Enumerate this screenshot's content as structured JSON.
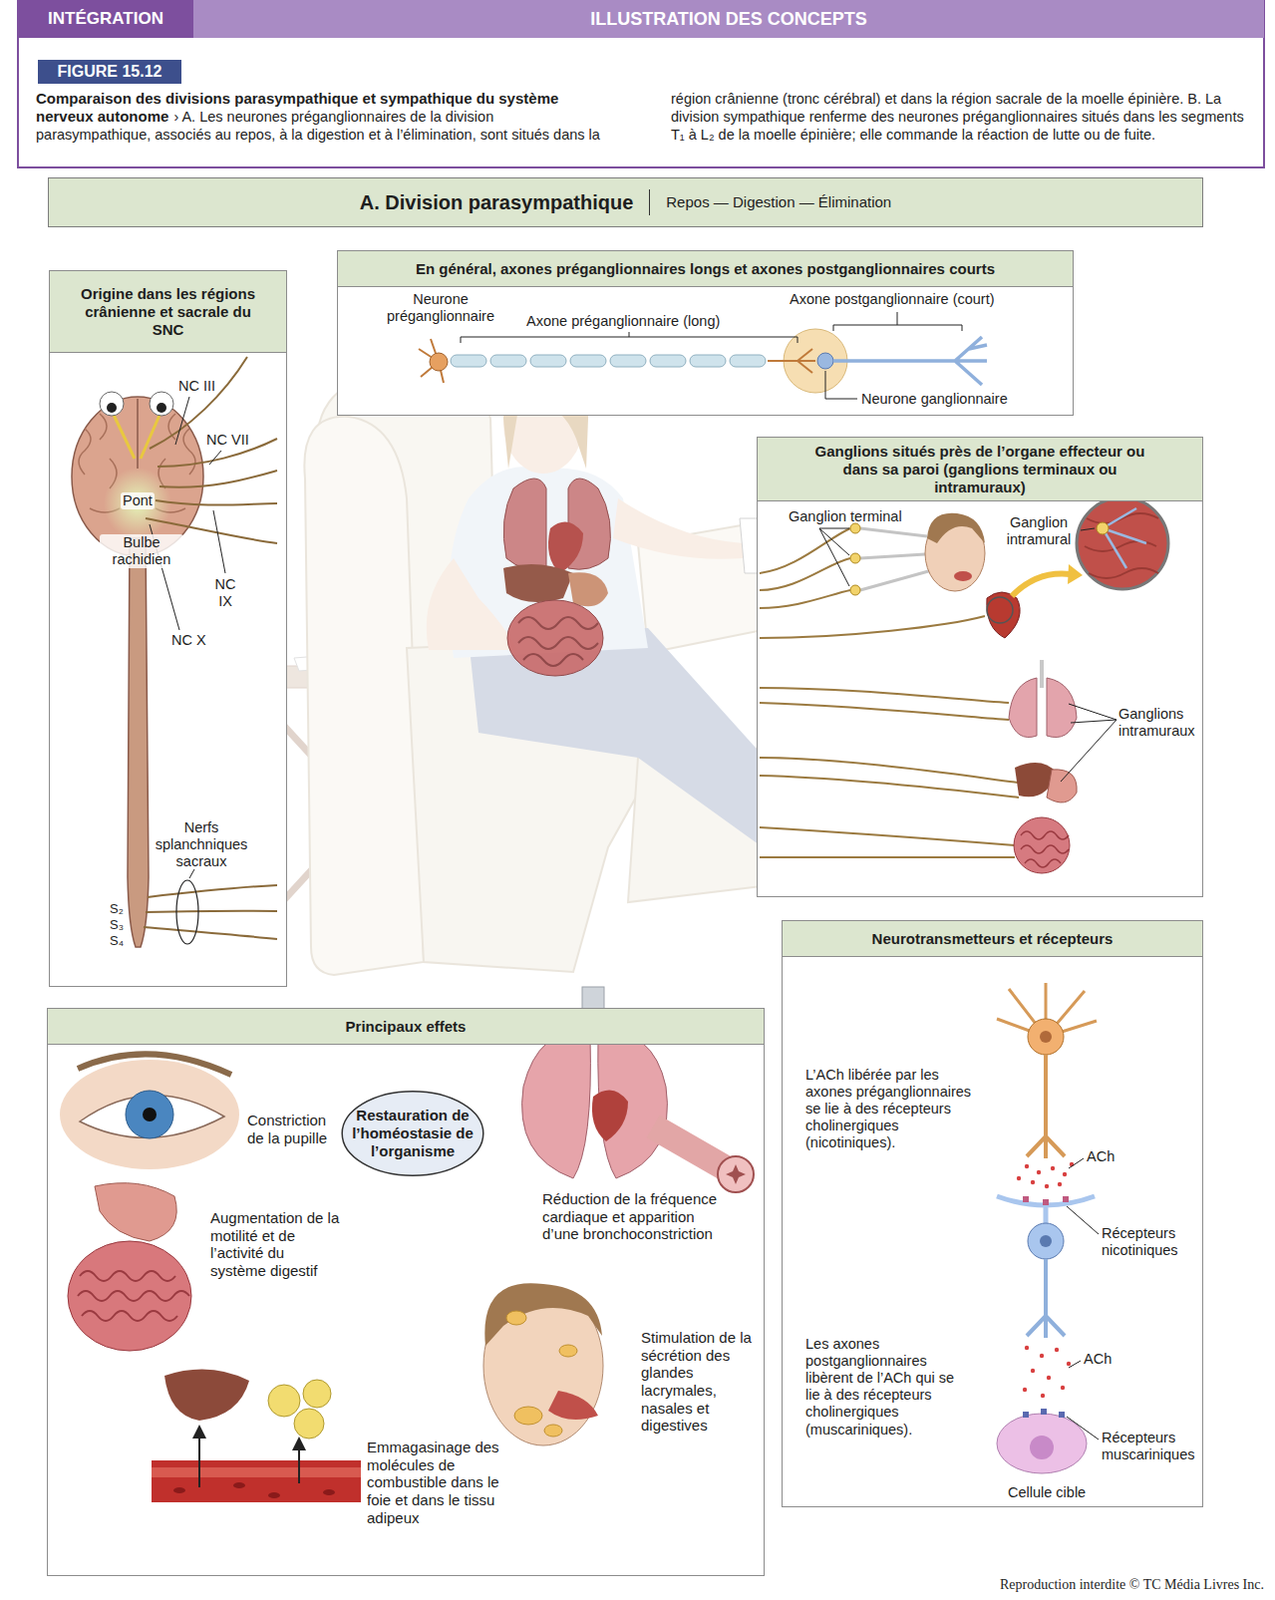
{
  "diagram": {
    "title": "Comparaison des divisions parasympathique et sympathique du système nerveux autonome",
    "caption": "› A. Les neurones préganglionnaires de la division parasympathique, associés au repos, à la digestion et à l’élimination, sont situés dans la région crânienne (tronc cérébral) et dans la région sacrale de la moelle épinière. B. La division sympathique renferme des neurones préganglionnaires situés dans les segments T₁ à L₂ de la moelle épinière; elle commande la réaction de lutte ou de fuite.",
    "nodes": [
      {
        "text": [
          "A. Division parasympathique",
          "Repos — Digestion — Élimination"
        ]
      },
      {
        "text": [
          "Origine dans les régions crânienne et sacrale du SNC"
        ]
      },
      {
        "text": [
          "En général, axones préganglionnaires longs et axones postganglionnaires courts"
        ]
      },
      {
        "text": [
          "Ganglions situés près de l’organe effecteur ou dans sa paroi (ganglions terminaux ou intramuraux)"
        ]
      },
      {
        "text": [
          "Principaux effets"
        ]
      },
      {
        "text": [
          "Restauration de l’homéostasie de l’organisme"
        ],
        "in": 4
      },
      {
        "text": [
          "Neurotransmetteurs et récepteurs"
        ]
      }
    ],
    "labels": [
      "INTÉGRATION",
      "ILLUSTRATION DES CONCEPTS",
      "FIGURE 15.12",
      "NC III",
      "NC VII",
      "Pont",
      "Bulbe rachidien",
      "NC IX",
      "NC X",
      "Nerfs splanchniques sacraux",
      "S₂",
      "S₃",
      "S₄",
      "Neurone préganglionnaire",
      "Axone préganglionnaire (long)",
      "Axone postganglionnaire (court)",
      "Neurone ganglionnaire",
      "Ganglion terminal",
      "Ganglion intramural",
      "Ganglions intramuraux",
      "Constriction de la pupille",
      "Augmentation de la motilité et de l’activité du système digestif",
      "Réduction de la fréquence cardiaque et apparition d’une bronchoconstriction",
      "Stimulation de la sécrétion des glandes lacrymales, nasales et digestives",
      "Emmagasinage des molécules de combustible dans le foie et dans le tissu adipeux",
      "L’ACh libérée par les axones préganglionnaires se lie à des récepteurs cholinergiques (nicotiniques).",
      "ACh",
      "Récepteurs nicotiniques",
      "Les axones postganglionnaires libèrent de l’ACh qui se lie à des récepteurs cholinergiques (muscariniques).",
      "ACh",
      "Récepteurs muscariniques",
      "Cellule cible",
      "Reproduction interdite © TC Média Livres Inc."
    ]
  }
}
